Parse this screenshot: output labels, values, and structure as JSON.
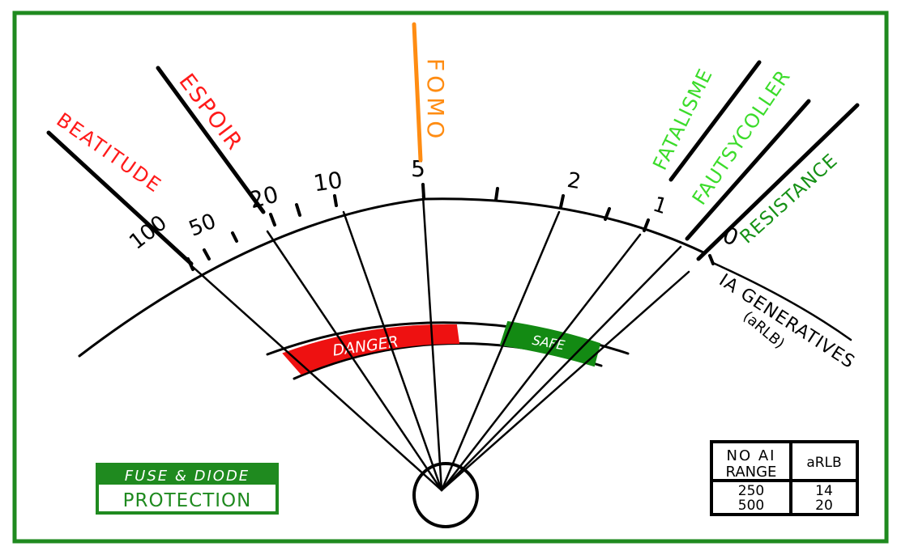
{
  "colors": {
    "frame": "#1f8a1f",
    "ink": "#000000",
    "danger": "#ee1111",
    "hope": "#ff1a1a",
    "fomo": "#ff8c12",
    "safe": "#138a13",
    "fatalism": "#3bdc2a",
    "resistance": "#169116"
  },
  "meter": {
    "scale_labels": [
      "100",
      "50",
      "20",
      "10",
      "5",
      "2",
      "1",
      "0"
    ],
    "needles": [
      {
        "label": "BEATITUDE",
        "color": "#ff1a1a"
      },
      {
        "label": "ESPOIR",
        "color": "#ff1a1a"
      },
      {
        "label": "FOMO",
        "color": "#ff8c12"
      },
      {
        "label": "FATALISME",
        "color": "#3bdc2a"
      },
      {
        "label": "FAUTSYCOLLER",
        "color": "#3bdc2a"
      },
      {
        "label": "RESISTANCE",
        "color": "#169116"
      }
    ],
    "danger_label": "DANGER",
    "safe_label": "SAFE",
    "arc_caption_line1": "IA GENERATIVES",
    "arc_caption_line2": "(aRLB)"
  },
  "protection_box": {
    "line1": "FUSE & DIODE",
    "line2": "PROTECTION"
  },
  "range_table": {
    "header_col1_line1": "NO AI",
    "header_col1_line2": "RANGE",
    "header_col2": "aRLB",
    "col1_value_line1": "250",
    "col1_value_line2": "500",
    "col2_value_line1": "14",
    "col2_value_line2": "20"
  }
}
